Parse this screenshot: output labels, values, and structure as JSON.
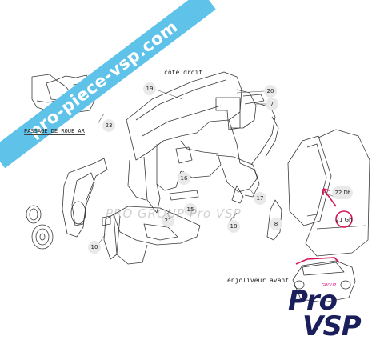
{
  "title": "côté droit",
  "labels": {
    "wheel_arch": "PASSAGE DE ROUE AR",
    "front_trim": "enjoliveur avant"
  },
  "parts": [
    "19",
    "20",
    "7",
    "23",
    "16",
    "21",
    "15",
    "18",
    "17",
    "8",
    "10",
    "22 Dt",
    "21 Gh"
  ],
  "highlight_color": "#d4145a",
  "banner": {
    "text": "pro-piece-vsp.com",
    "color": "#5fc2e8"
  },
  "watermark": "PRO GROUP Pro VSP",
  "logo": {
    "group": "GROUP",
    "pro": "Pro",
    "vsp": "VSP",
    "brand_color": "#1a1f5c",
    "accent_color": "#e0007a"
  }
}
